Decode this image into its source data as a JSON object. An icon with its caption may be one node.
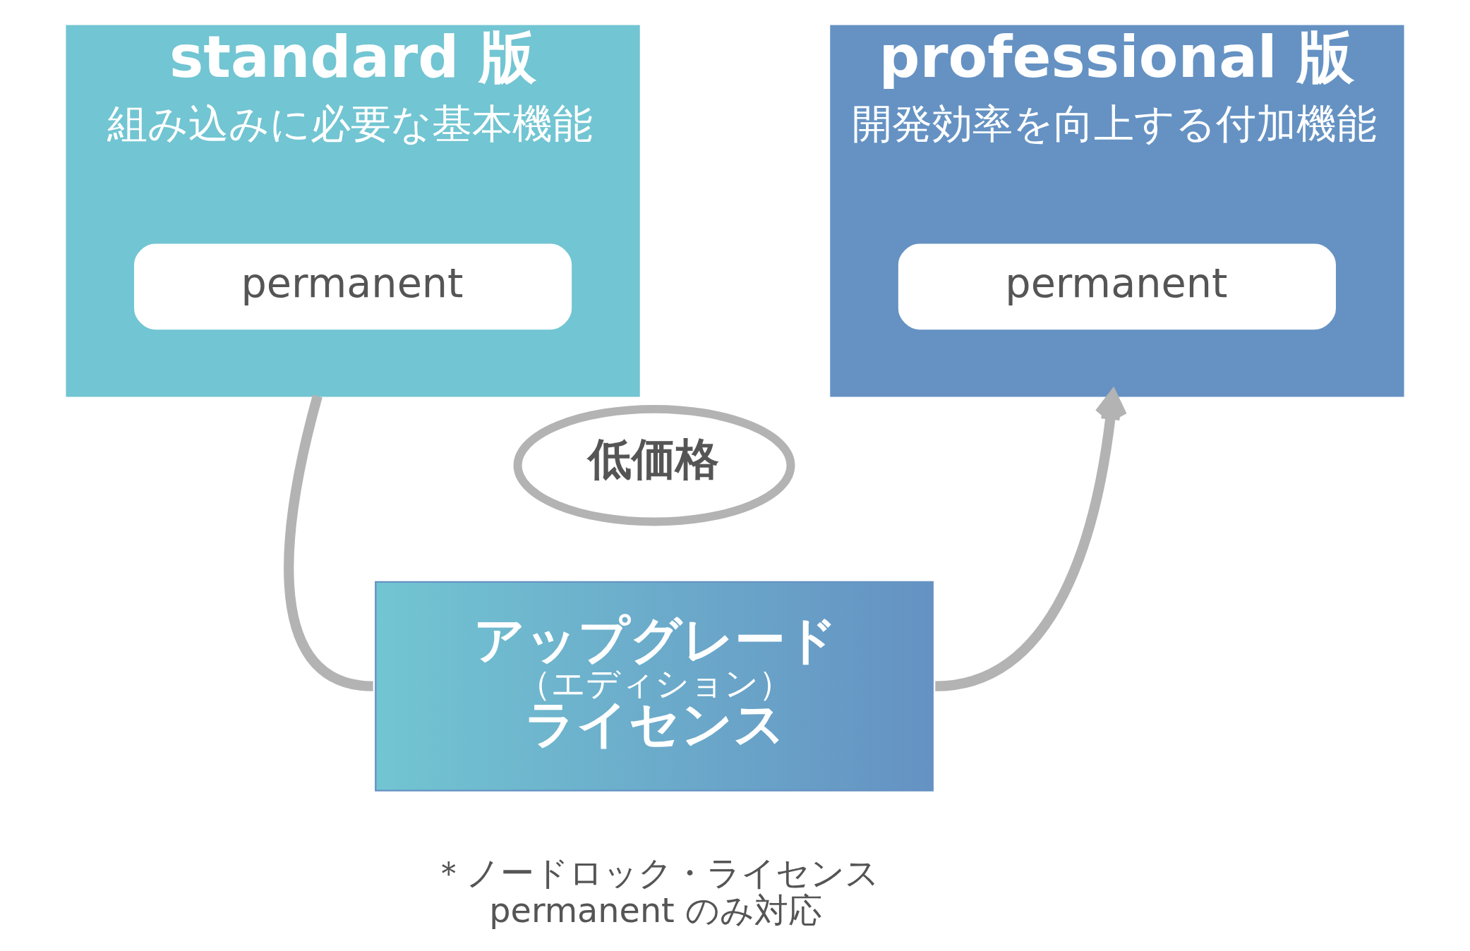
{
  "diagram": {
    "nodes": [
      {
        "text": [
          "standard 版",
          "組み込みに必要な基本機能"
        ]
      },
      {
        "text": [
          "permanent"
        ],
        "in": 0
      },
      {
        "text": [
          "professional 版",
          "開発効率を向上する付加機能"
        ]
      },
      {
        "text": [
          "permanent"
        ],
        "in": 2
      },
      {
        "text": [
          "低価格"
        ]
      },
      {
        "text": [
          "アップグレード",
          "（エディション）",
          "ライセンス"
        ],
        "beside": [
          "＊ノードロック・ライセンス",
          "permanent のみ対応"
        ]
      }
    ],
    "edges": [
      {
        "from": 0,
        "to": 5,
        "arrow": "none"
      },
      {
        "from": 5,
        "to": 2,
        "arrow": "to"
      }
    ]
  }
}
